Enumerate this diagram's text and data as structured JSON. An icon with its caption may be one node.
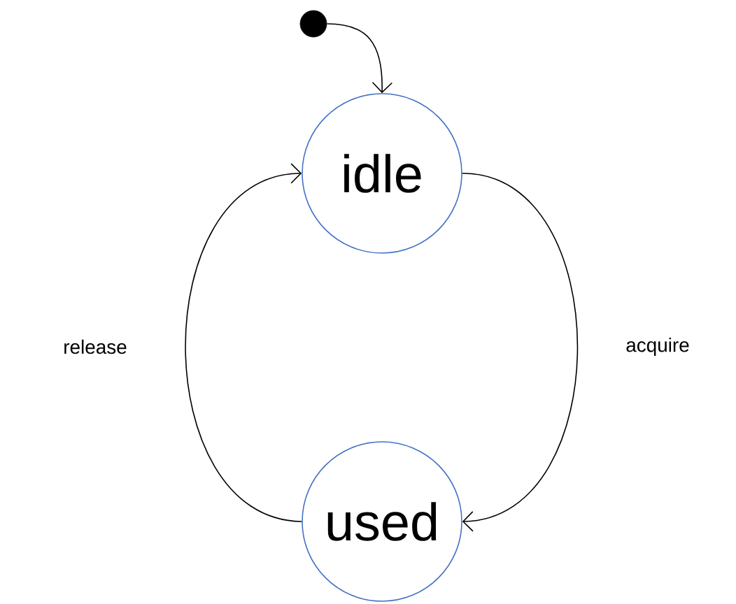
{
  "diagram": {
    "nodes": [
      {
        "text": [],
        "shape": "circle"
      },
      {
        "text": [
          "idle"
        ]
      },
      {
        "text": [
          "used"
        ]
      }
    ],
    "edges": [
      {
        "from": 0,
        "to": 1,
        "arrow": "to"
      },
      {
        "from": 1,
        "to": 2,
        "arrow": "to",
        "label": "acquire"
      },
      {
        "from": 2,
        "to": 1,
        "arrow": "to",
        "label": "release"
      }
    ]
  }
}
